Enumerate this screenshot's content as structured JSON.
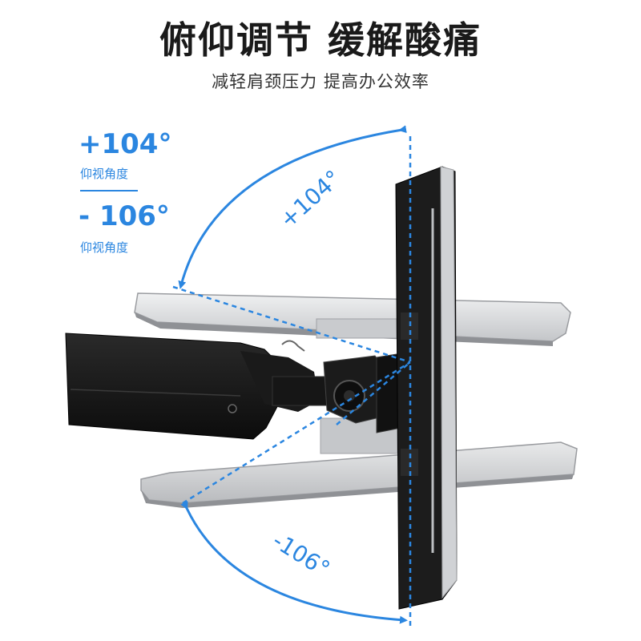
{
  "headline": {
    "title": "俯仰调节 缓解酸痛",
    "subtitle": "减轻肩颈压力 提高办公效率"
  },
  "legend": {
    "up_angle": "+104°",
    "up_caption": "仰视角度",
    "down_angle": "- 106°",
    "down_caption": "仰视角度"
  },
  "diagram_labels": {
    "up_arc_label": "+104°",
    "down_arc_label": "-106°"
  },
  "colors": {
    "accent_blue": "#2b86e0",
    "arm_black": "#141414",
    "panel_silver": "#d4d6d8"
  }
}
